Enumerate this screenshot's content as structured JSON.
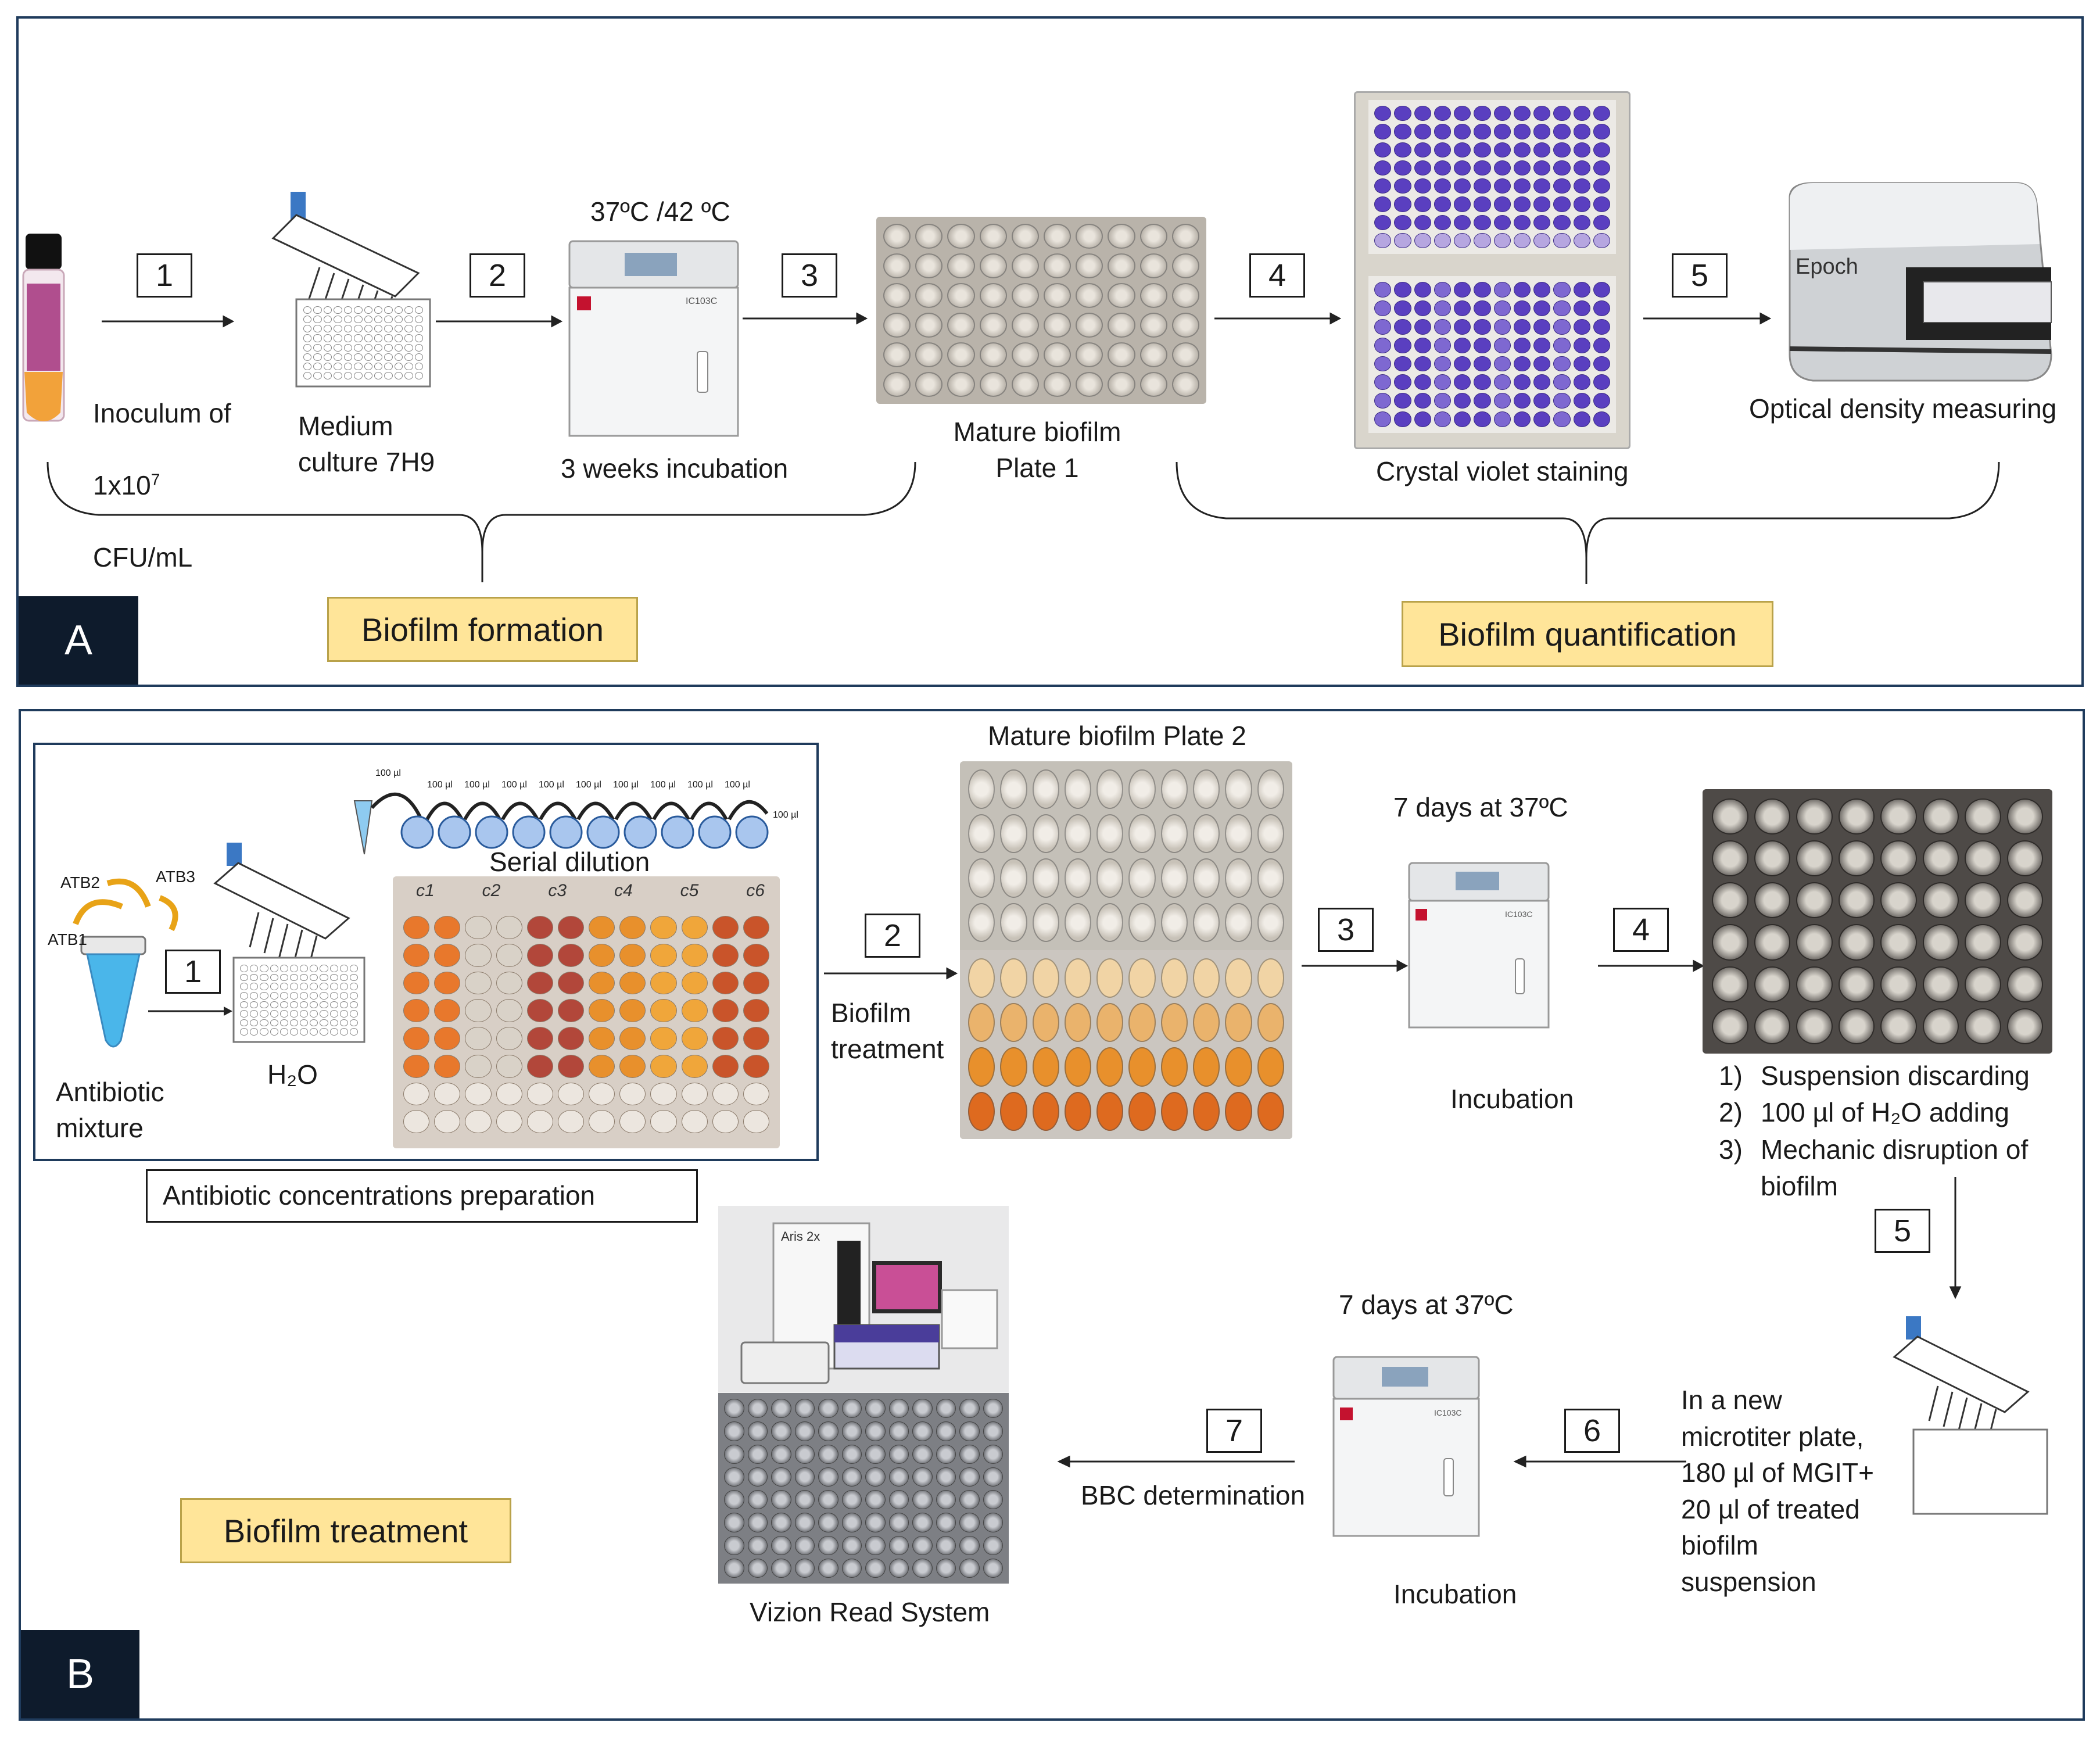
{
  "panelA": {
    "letter": "A",
    "steps": [
      "1",
      "2",
      "3",
      "4",
      "5"
    ],
    "inoculum_line1": "Inoculum of",
    "inoculum_base": "1x10",
    "inoculum_exp": "7",
    "inoculum_line3": "CFU/mL",
    "medium": "Medium\nculture 7H9",
    "temperature": "37ºC /42 ºC",
    "incubation": "3 weeks incubation",
    "mature_biofilm": "Mature biofilm\nPlate 1",
    "crystal_violet": "Crystal violet staining",
    "optical_density": "Optical density measuring",
    "reader_brand": "Epoch",
    "incubator_model": "IC103C",
    "group_left": "Biofilm formation",
    "group_right": "Biofilm quantification"
  },
  "panelB": {
    "letter": "B",
    "steps": [
      "1",
      "2",
      "3",
      "4",
      "5",
      "6",
      "7"
    ],
    "atb1": "ATB1",
    "atb2": "ATB2",
    "atb3": "ATB3",
    "antibiotic_mixture": "Antibiotic\nmixture",
    "water": "H₂O",
    "serial_dilution": "Serial dilution",
    "dilution_first": "100 µl",
    "dilution_step": "100 µl",
    "dilution_last": "100 µl",
    "plate_labels": [
      "c1",
      "c2",
      "c3",
      "c4",
      "c5",
      "c6"
    ],
    "prep_label": "Antibiotic concentrations preparation",
    "mature_biofilm2": "Mature biofilm Plate 2",
    "biofilm_treatment_step": "Biofilm\ntreatment",
    "days1": "7 days at 37ºC",
    "incubation1": "Incubation",
    "incubator_model": "IC103C",
    "substeps": [
      {
        "n": "1)",
        "text": "Suspension discarding"
      },
      {
        "n": "2)",
        "text": "100 µl of H₂O adding"
      },
      {
        "n": "3)",
        "text": "Mechanic disruption of\nbiofilm"
      }
    ],
    "new_plate": "In a new\nmicrotiter plate,\n180 µl of MGIT+\n20 µl of treated\nbiofilm\nsuspension",
    "days2": "7 days at 37ºC",
    "incubation2": "Incubation",
    "bbc": "BBC determination",
    "vizion": "Vizion Read System",
    "aris": "Aris 2x",
    "group_label": "Biofilm treatment"
  },
  "colors": {
    "panel_border": "#1f3b5c",
    "label_fill": "#ffe599",
    "crystal_violet": "#5a3fc0",
    "antibiotic_orange": "#e8782c",
    "dilution_blue": "#a9c6ee"
  }
}
